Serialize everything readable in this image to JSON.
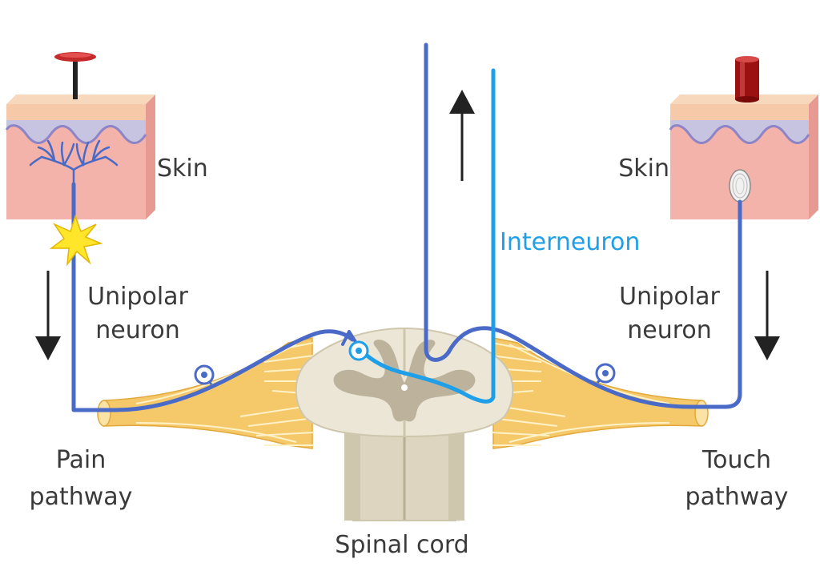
{
  "labels": {
    "skin_left": "Skin",
    "skin_right": "Skin",
    "unipolar_left_1": "Unipolar",
    "unipolar_left_2": "neuron",
    "unipolar_right_1": "Unipolar",
    "unipolar_right_2": "neuron",
    "interneuron": "Interneuron",
    "pain_1": "Pain",
    "pain_2": "pathway",
    "touch_1": "Touch",
    "touch_2": "pathway",
    "spinal_cord": "Spinal cord"
  },
  "colors": {
    "text": "#3a3a3a",
    "interneuron": "#1f9fe8",
    "neuron": "#4a6ac8",
    "nerve": "#f5c96a",
    "cord": "#ddd5c0",
    "gray_matter": "#bdb39c",
    "skin_surface": "#f6caa8",
    "skin_dermis": "#f3b2aa",
    "skin_layer": "#c7c4e2",
    "pin": "#c42a2a",
    "weight": "#9b1010",
    "spark": "#ffe62b",
    "arrow": "#222222"
  },
  "icons": [
    "pin-icon",
    "cylinder-weight-icon",
    "spark-icon",
    "arrow-down-icon",
    "arrow-up-icon"
  ]
}
